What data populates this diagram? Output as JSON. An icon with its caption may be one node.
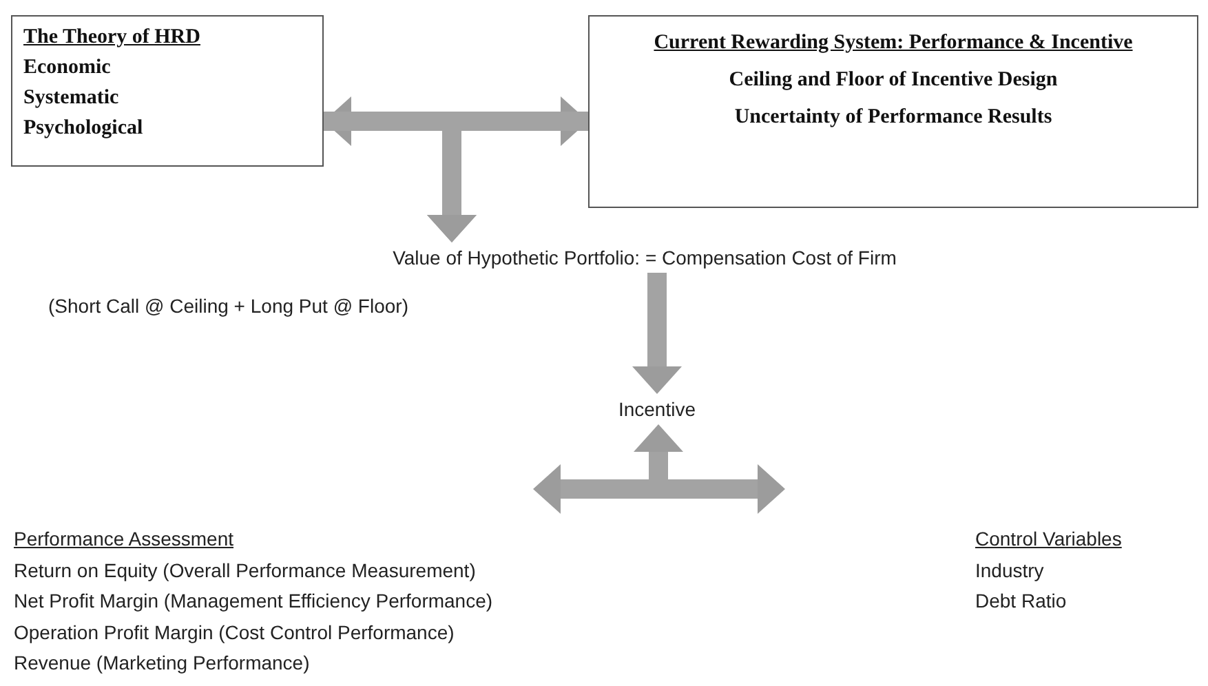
{
  "diagram": {
    "nodes": [
      {
        "text": [
          "The Theory of HRD",
          "Economic",
          "Systematic",
          "Psychological"
        ]
      },
      {
        "text": [
          "Current Rewarding System: Performance & Incentive",
          "Ceiling and Floor of Incentive Design",
          "Uncertainty of Performance Results"
        ]
      },
      {
        "text": [
          "Value of Hypothetic Portfolio:  = Compensation Cost of Firm"
        ]
      },
      {
        "text": [
          "Incentive"
        ]
      },
      {
        "text": [
          "Performance Assessment",
          "Return on Equity (Overall Performance Measurement)",
          "Net Profit Margin (Management Efficiency Performance)",
          "Operation Profit Margin (Cost Control Performance)",
          "Revenue (Marketing Performance)"
        ]
      },
      {
        "text": [
          "Control Variables",
          "Industry",
          "Debt Ratio"
        ]
      }
    ],
    "edges": [
      {
        "from": 0,
        "to": 1,
        "arrow": "both"
      },
      {
        "from": 0,
        "to": 2,
        "arrow": "to"
      },
      {
        "from": 1,
        "to": 2,
        "arrow": "to"
      },
      {
        "from": 2,
        "to": 3,
        "arrow": "to"
      },
      {
        "from": null,
        "to": 3,
        "arrow": "to"
      },
      {
        "from": 4,
        "to": null,
        "arrow": "both"
      }
    ],
    "labels": [
      "(Short Call @ Ceiling + Long Put @ Floor)"
    ]
  }
}
